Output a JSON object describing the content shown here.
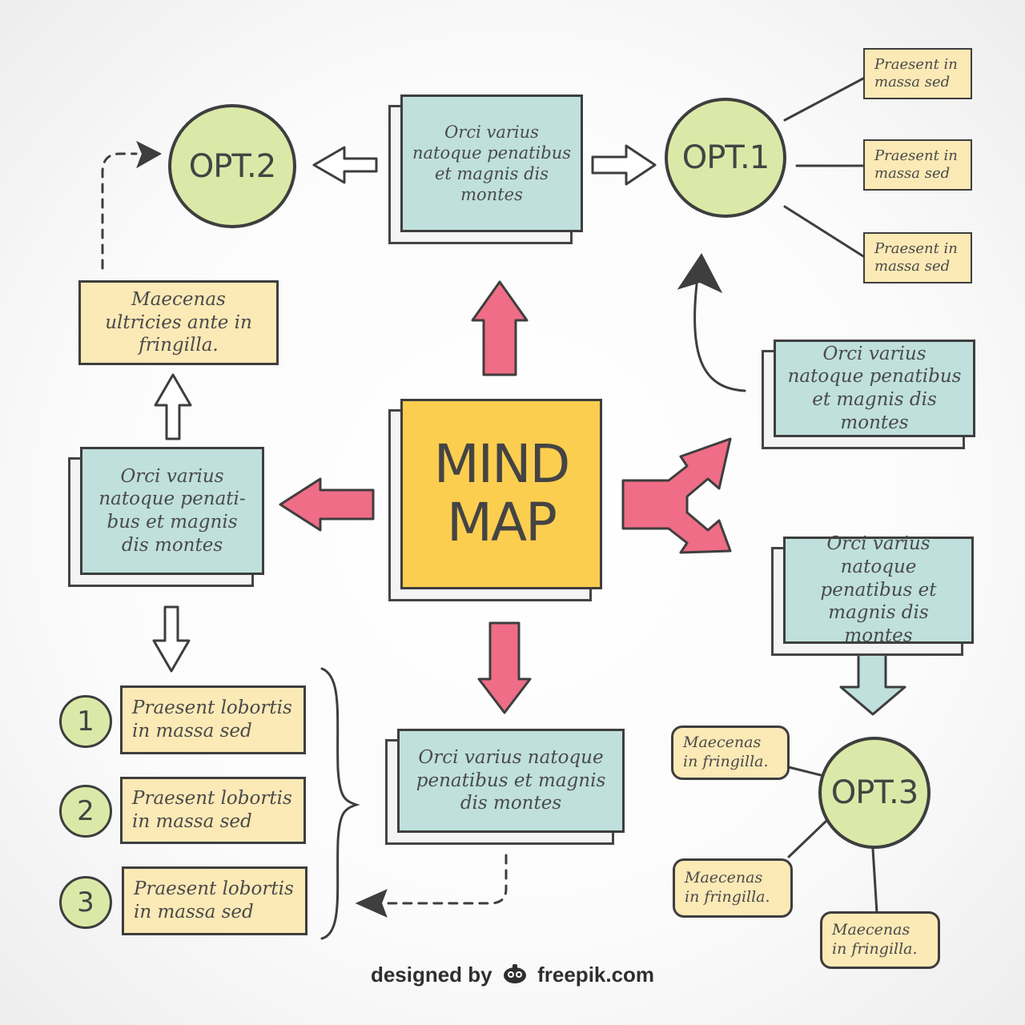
{
  "center": {
    "line1": "MIND",
    "line2": "MAP"
  },
  "options": {
    "opt1": "OPT.1",
    "opt2": "OPT.2",
    "opt3": "OPT.3"
  },
  "top_box": "Orci varius natoque penatibus et magnis dis montes",
  "right_box": "Orci varius natoque penatibus et magnis dis montes",
  "right_callout": "Orci varius natoque penatibus et magnis dis montes",
  "left_box": "Orci varius natoque penati- bus et magnis dis montes",
  "bottom_box": "Orci varius natoque penatibus et magnis dis montes",
  "left_note": "Maecenas ultricies ante in fringilla.",
  "opt1_items": [
    "Praesent in massa sed",
    "Praesent in massa sed",
    "Praesent in massa sed"
  ],
  "opt3_items": [
    "Maecenas in fringilla.",
    "Maecenas in fringilla.",
    "Maecenas in fringilla."
  ],
  "list": [
    {
      "number": "1",
      "text": "Praesent lobortis in massa sed"
    },
    {
      "number": "2",
      "text": "Praesent lobortis in massa sed"
    },
    {
      "number": "3",
      "text": "Praesent lobortis in massa sed"
    }
  ],
  "footer": {
    "prefix": "designed by",
    "brand": "freepik.com"
  },
  "colors": {
    "teal": "#bfe0dc",
    "cream": "#fbe9b6",
    "yellow": "#fcce4f",
    "green": "#dbe9a8",
    "pink": "#ef6d86",
    "stroke": "#3e3e3e"
  }
}
